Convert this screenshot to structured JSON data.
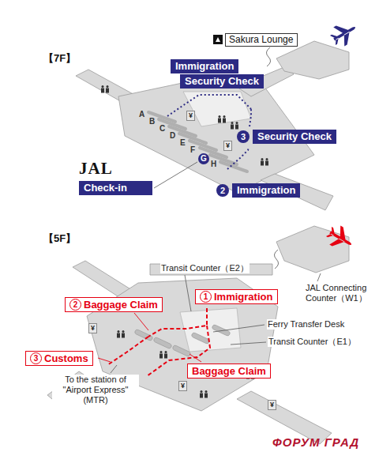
{
  "diagram": {
    "nodes": [
      {
        "text": [
          "Sakura Lounge"
        ]
      },
      {
        "text": [
          "Immigration"
        ]
      },
      {
        "text": [
          "Security Check"
        ]
      },
      {
        "text": [
          "3",
          "Security Check"
        ]
      },
      {
        "text": [
          "2",
          "Immigration"
        ]
      },
      {
        "text": [
          "Check-in"
        ]
      },
      {
        "text": [
          "1",
          "Immigration"
        ]
      },
      {
        "text": [
          "2",
          "Baggage Claim"
        ]
      },
      {
        "text": [
          "3",
          "Customs"
        ]
      },
      {
        "text": [
          "Baggage Claim"
        ]
      }
    ],
    "labels": [
      "【7F】",
      "A",
      "B",
      "C",
      "D",
      "E",
      "F",
      "G",
      "H",
      "¥",
      "¥",
      "JAL",
      "【5F】",
      "Transit Counter（E2）",
      "Ferry Transfer Desk",
      "Transit Counter（E1）",
      "JAL Connecting Counter（W1）",
      "To the station of \"Airport Express\" (MTR)",
      "¥",
      "¥",
      "¥",
      "ФОРУМ ГРАД"
    ]
  }
}
